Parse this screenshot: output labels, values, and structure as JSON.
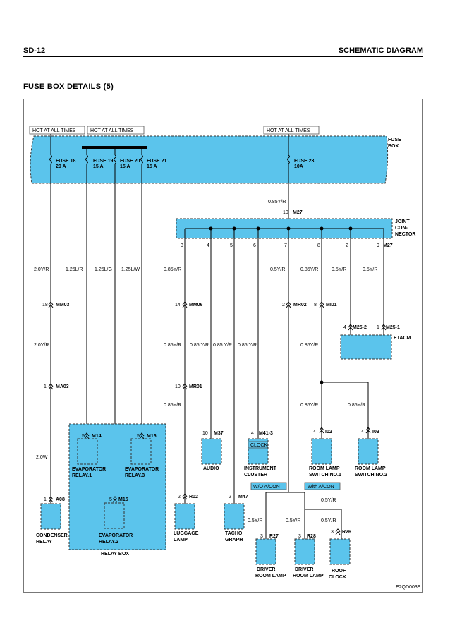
{
  "header": {
    "left": "SD-12",
    "right": "SCHEMATIC DIAGRAM"
  },
  "title": "FUSE BOX DETAILS (5)",
  "hot_tags": [
    "HOT AT ALL TIMES",
    "HOT AT ALL TIMES",
    "HOT AT ALL TIMES"
  ],
  "fuse_box": {
    "label1": "FUSE",
    "label2": "BOX"
  },
  "fuses": [
    {
      "name": "FUSE 18",
      "rating": "20 A"
    },
    {
      "name": "FUSE 19",
      "rating": "15 A"
    },
    {
      "name": "FUSE 20",
      "rating": "15 A"
    },
    {
      "name": "FUSE 21",
      "rating": "15 A"
    },
    {
      "name": "FUSE 23",
      "rating": "10A"
    }
  ],
  "joint": {
    "label1": "JOINT",
    "label2": "CON-",
    "label3": "NECTOR",
    "top_pin": "10",
    "top_conn": "M27",
    "conn": "M27",
    "pins": [
      "3",
      "4",
      "5",
      "6",
      "7",
      "8",
      "2",
      "9"
    ]
  },
  "wires": {
    "w085yr": "0.85Y/R",
    "w20yr": "2.0Y/R",
    "w125lr": "1.25L/R",
    "w125lg": "1.25L/G",
    "w125lw": "1.25L/W",
    "w05yr": "0.5Y/R",
    "w20w": "2.0W",
    "w085yr_sp": "0.85 Y/R"
  },
  "connectors": [
    {
      "pin": "18",
      "name": "MM03"
    },
    {
      "pin": "1",
      "name": "MA03"
    },
    {
      "pin": "1",
      "name": "A08"
    },
    {
      "pin": "14",
      "name": "MM06"
    },
    {
      "pin": "10",
      "name": "MR01"
    },
    {
      "pin": "2",
      "name": "R02"
    },
    {
      "pin": "10",
      "name": "M37"
    },
    {
      "pin": "4",
      "name": "M41-3"
    },
    {
      "pin": "2",
      "name": "M47"
    },
    {
      "pin": "2",
      "name": "MR02"
    },
    {
      "pin": "8",
      "name": "MI01"
    },
    {
      "pin": "4",
      "name": "M25-2"
    },
    {
      "pin": "1",
      "name": "M25-1"
    },
    {
      "pin": "4",
      "name": "I02"
    },
    {
      "pin": "4",
      "name": "I03"
    },
    {
      "pin": "3",
      "name": "R27"
    },
    {
      "pin": "3",
      "name": "R28"
    },
    {
      "pin": "3",
      "name": "R26"
    },
    {
      "pin": "5",
      "name": "M14"
    },
    {
      "pin": "5",
      "name": "M16"
    },
    {
      "pin": "5",
      "name": "M15"
    }
  ],
  "components": {
    "evap1_a": "EVAPORATOR",
    "evap1_b": "RELAY.1",
    "evap3_a": "EVAPORATOR",
    "evap3_b": "RELAY.3",
    "evap2_a": "EVAPORATOR",
    "evap2_b": "RELAY.2",
    "relay_box": "RELAY BOX",
    "cond_a": "CONDENSER",
    "cond_b": "RELAY",
    "lug_a": "LUGGAGE",
    "lug_b": "LAMP",
    "audio": "AUDIO",
    "ic_a": "INSTRUMENT",
    "ic_b": "CLUSTER",
    "clock": "CLOCK",
    "tacho_a": "TACHO",
    "tacho_b": "GRAPH",
    "etacm": "ETACM",
    "rl1_a": "ROOM LAMP",
    "rl1_b": "SWITCH NO.1",
    "rl2_a": "ROOM LAMP",
    "rl2_b": "SWITCH NO.2",
    "wo_acon": "W/O A/CON",
    "with_acon": "With A/CON",
    "drv1_a": "DRIVER",
    "drv1_b": "ROOM LAMP",
    "drv2_a": "DRIVER",
    "drv2_b": "ROOM LAMP",
    "roof_a": "ROOF",
    "roof_b": "CLOCK"
  },
  "code": "E2QD003E"
}
